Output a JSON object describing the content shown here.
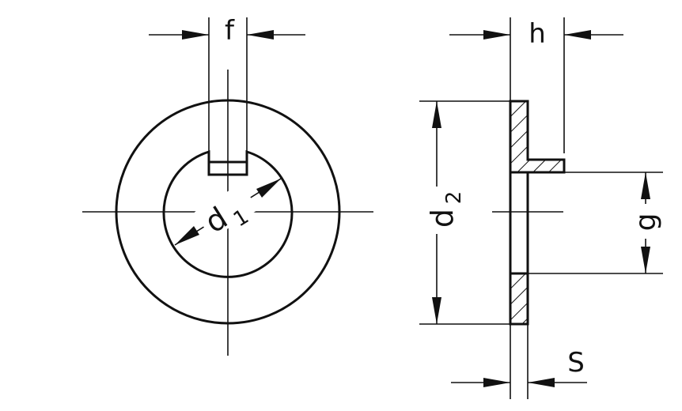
{
  "labels": {
    "f": "f",
    "h": "h",
    "d1_main": "d",
    "d1_sub": "1",
    "d2_main": "d",
    "d2_sub": "2",
    "g": "g",
    "s": "S"
  },
  "colors": {
    "line": "#111111",
    "background": "#ffffff"
  }
}
